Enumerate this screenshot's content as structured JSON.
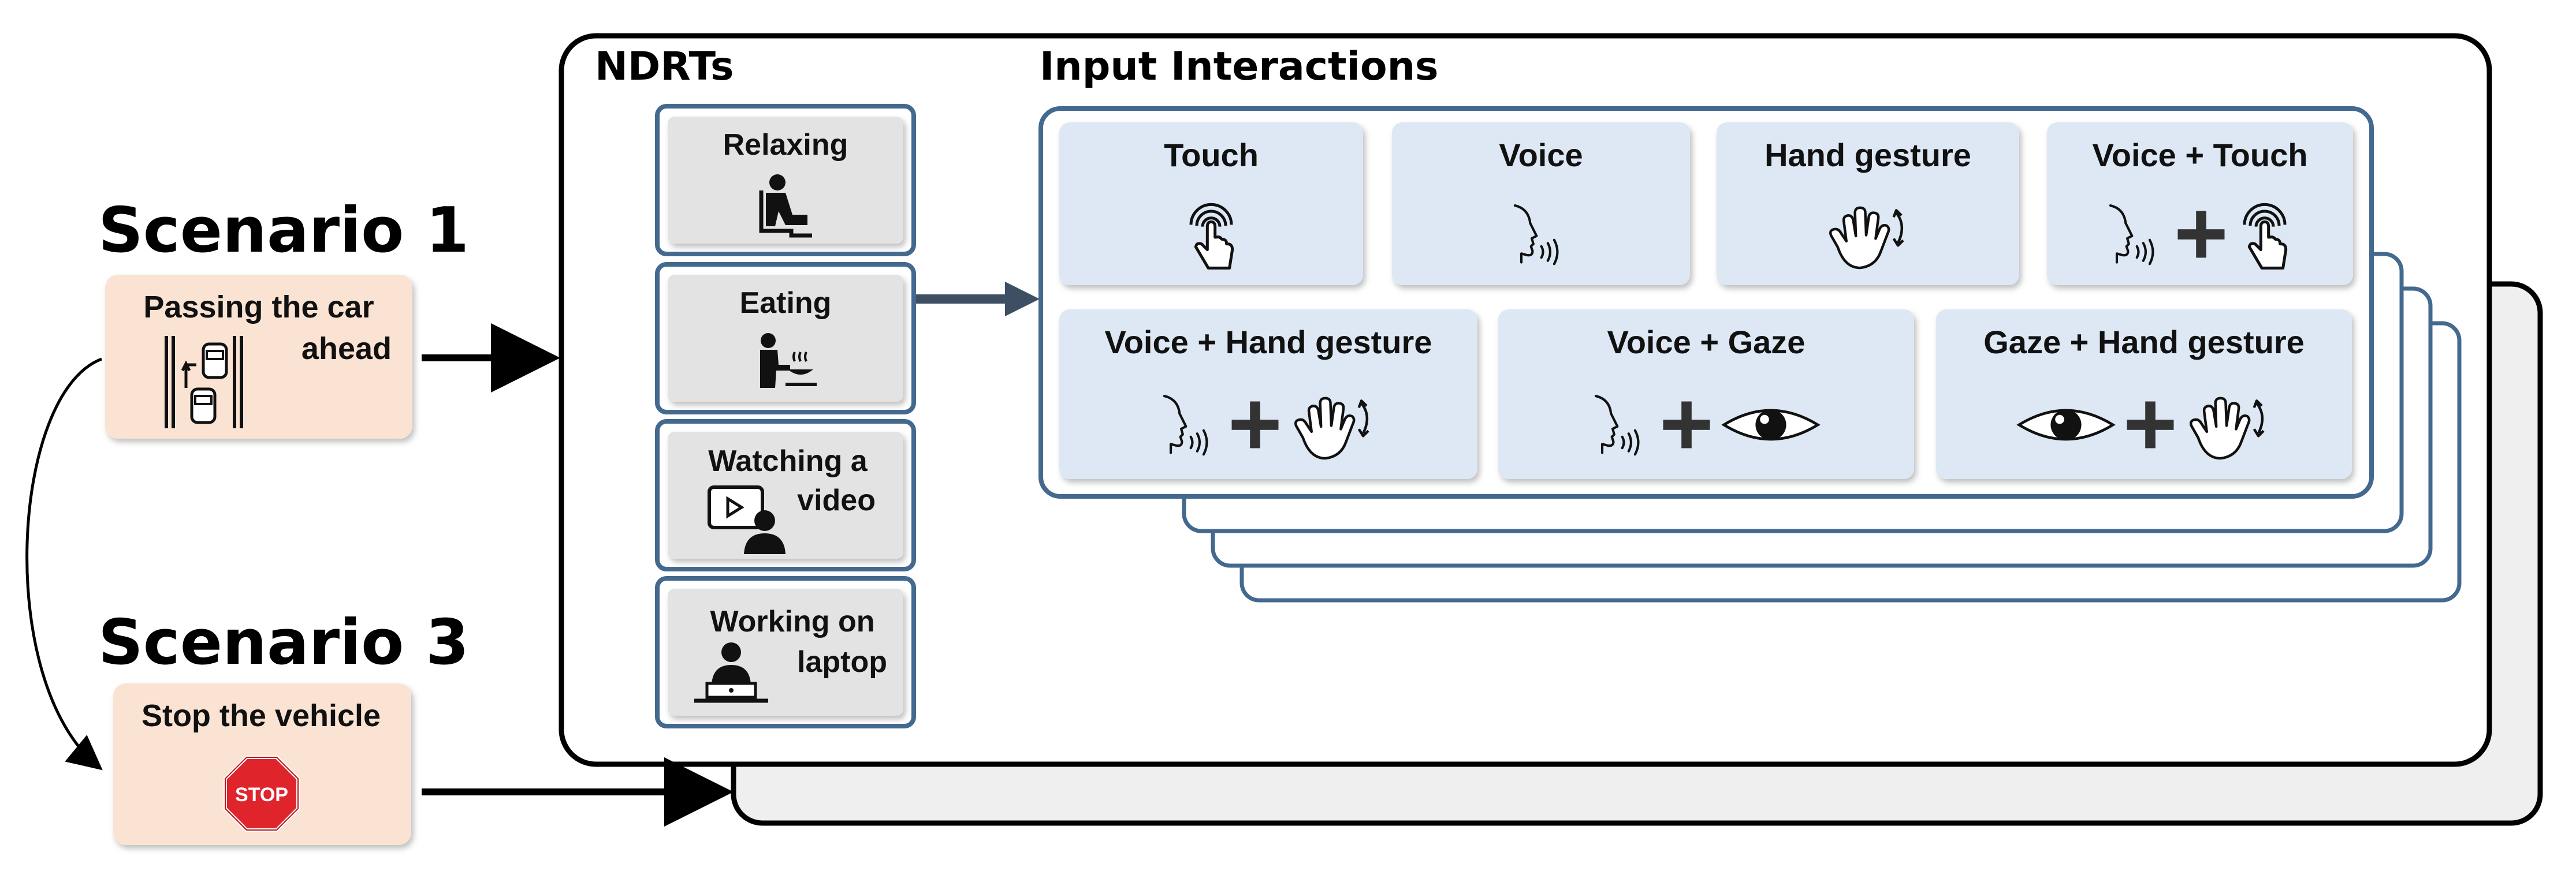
{
  "scenarios": [
    {
      "title": "Scenario 1",
      "description_lines": [
        "Passing the car",
        "ahead"
      ]
    },
    {
      "title": "Scenario 3",
      "description_lines": [
        "Stop the vehicle"
      ],
      "sign_text": "STOP"
    }
  ],
  "ndrts": {
    "heading": "NDRTs",
    "items": [
      {
        "label_lines": [
          "Relaxing"
        ],
        "icon": "seated-person-icon"
      },
      {
        "label_lines": [
          "Eating"
        ],
        "icon": "eating-person-icon"
      },
      {
        "label_lines": [
          "Watching a",
          "video"
        ],
        "icon": "video-watching-icon"
      },
      {
        "label_lines": [
          "Working on",
          "laptop"
        ],
        "icon": "laptop-worker-icon"
      }
    ]
  },
  "interactions": {
    "heading": "Input Interactions",
    "row1": [
      {
        "label": "Touch",
        "icons": [
          "touch"
        ]
      },
      {
        "label": "Voice",
        "icons": [
          "voice"
        ]
      },
      {
        "label": "Hand gesture",
        "icons": [
          "hand"
        ]
      },
      {
        "label": "Voice + Touch",
        "icons": [
          "voice",
          "plus",
          "touch"
        ]
      }
    ],
    "row2": [
      {
        "label": "Voice + Hand gesture",
        "icons": [
          "voice",
          "plus",
          "hand"
        ]
      },
      {
        "label": "Voice + Gaze",
        "icons": [
          "voice",
          "plus",
          "eye"
        ]
      },
      {
        "label": "Gaze + Hand gesture",
        "icons": [
          "eye",
          "plus",
          "hand"
        ]
      }
    ]
  },
  "colors": {
    "scenario_fill": "#fbe3d3",
    "ndrt_fill": "#e3e3e3",
    "interaction_fill": "#dde8f4",
    "frame_blue": "#44698f",
    "arrow_navy": "#3f4f63",
    "stop_red": "#e0242c"
  }
}
